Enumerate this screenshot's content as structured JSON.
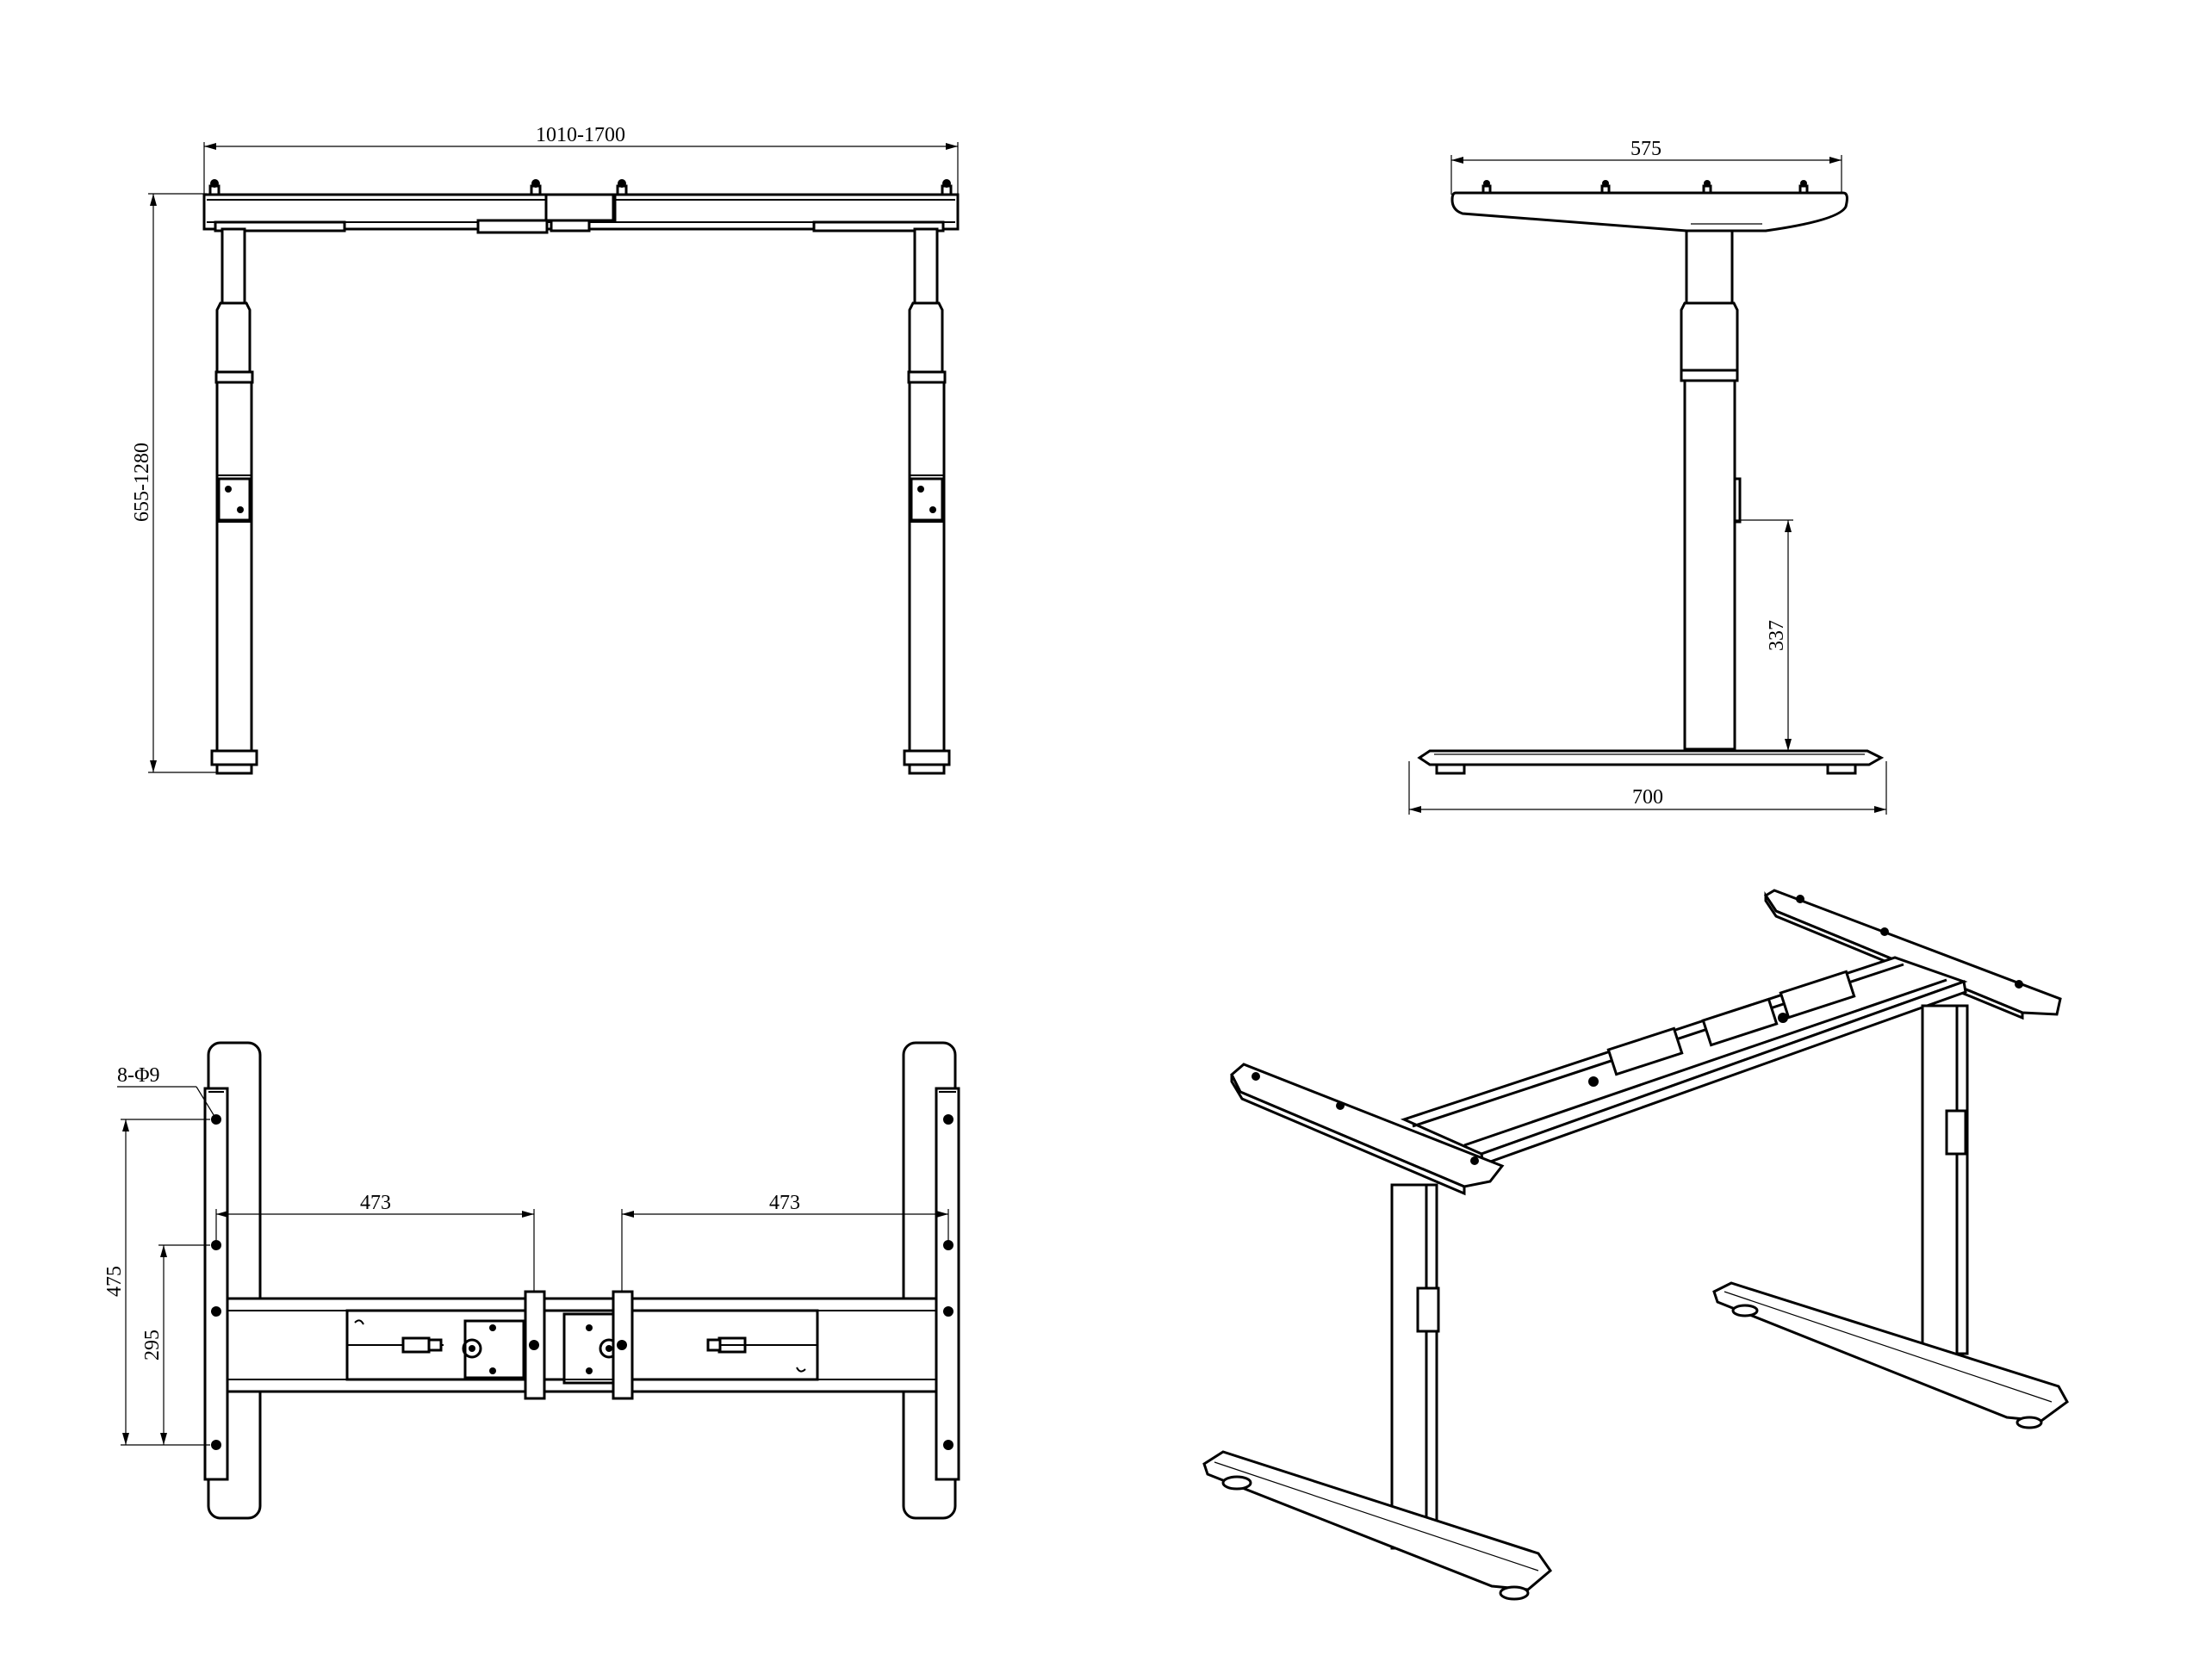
{
  "views": {
    "front": {
      "width_label": "1010-1700",
      "height_label": "655-1280"
    },
    "side": {
      "top_width_label": "575",
      "height_label": "337",
      "foot_width_label": "700"
    },
    "top": {
      "hole_label": "8-Φ9",
      "outer_span_label": "475",
      "inner_span_label": "295",
      "left_offset_label": "473",
      "right_offset_label": "473"
    },
    "isometric": {}
  },
  "colors": {
    "line": "#000000",
    "background": "#ffffff"
  }
}
